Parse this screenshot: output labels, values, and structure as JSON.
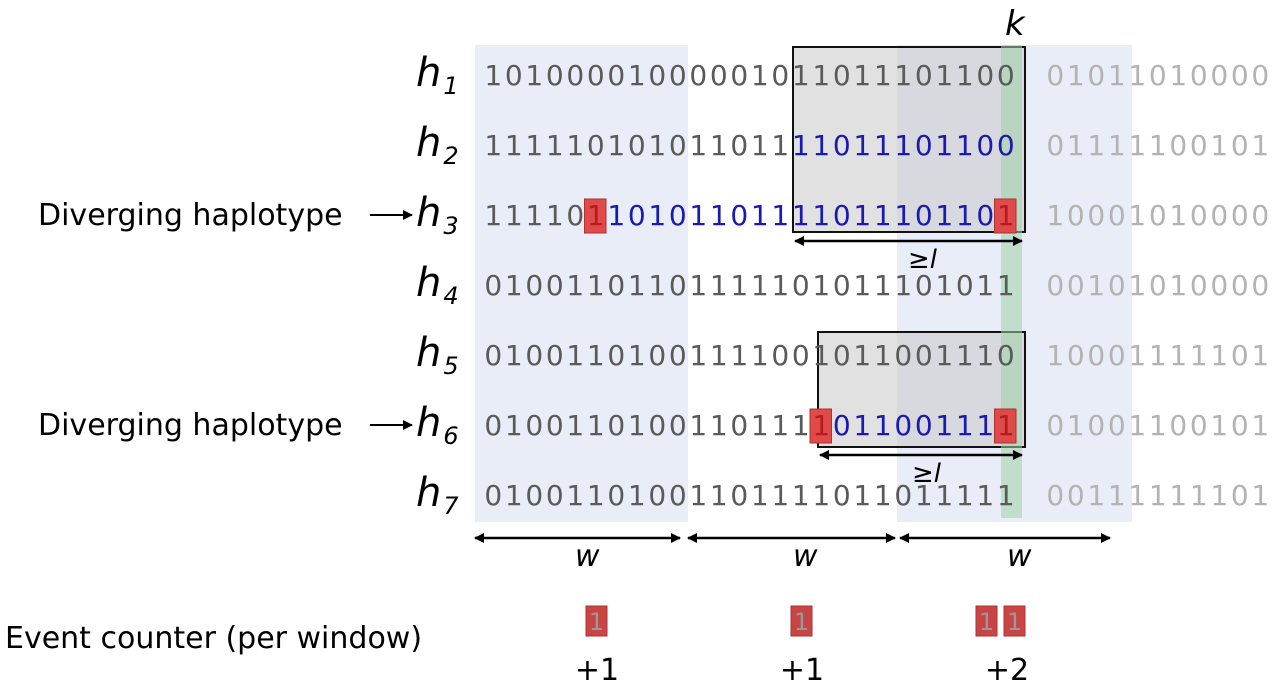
{
  "k_label": "k",
  "w_label": "w",
  "geq_label": "≥l",
  "diverging_label": "Diverging haplotype",
  "counter_label": "Event counter (per window)",
  "counter_values": [
    "+1",
    "+1",
    "+2"
  ],
  "counter_chip_glyph": "1",
  "haplotypes": [
    {
      "name": "h",
      "sub": "1",
      "bits": "10100001000001011011101100",
      "tail": "01011010000",
      "highlight": "",
      "diverging": false
    },
    {
      "name": "h",
      "sub": "2",
      "bits": "11111010101101111011101100",
      "tail": "01111100101",
      "highlight": "",
      "diverging": false
    },
    {
      "name": "h",
      "sub": "3",
      "bits": "11110110101101111011101101",
      "tail": "10001010000",
      "highlight": "",
      "diverging": true
    },
    {
      "name": "h",
      "sub": "4",
      "bits": "01001101101111101011101011",
      "tail": "00101010000",
      "highlight": "",
      "diverging": false
    },
    {
      "name": "h",
      "sub": "5",
      "bits": "01001101001111001011001110",
      "tail": "10001111101",
      "highlight": "",
      "diverging": false
    },
    {
      "name": "h",
      "sub": "6",
      "bits": "01001101001101111011001111",
      "tail": "01001100101",
      "highlight": "",
      "diverging": true
    },
    {
      "name": "h",
      "sub": "7",
      "bits": "01001101001101111011011111",
      "tail": "00111111101",
      "highlight": "",
      "diverging": false
    }
  ],
  "colors": {
    "bit_gray": "#5a5a5a",
    "bit_blue": "#1a1ab0",
    "tail_gray": "#b3b3b3",
    "window_tint": "#e8edf8",
    "box_fill": "#c8c8c8",
    "marker_red": "#e04a4a",
    "site_green": "#9fd1a6"
  }
}
